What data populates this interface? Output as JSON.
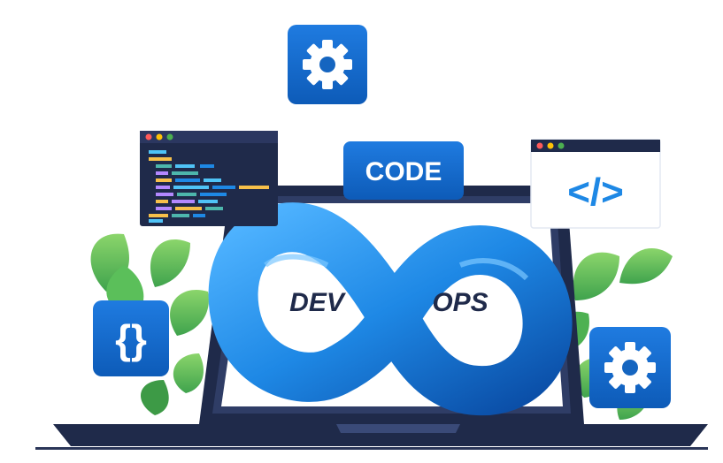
{
  "scene": {
    "center_word_left": "DEV",
    "center_word_right": "OPS",
    "code_label": "CODE",
    "html_tag_glyph": "</>",
    "braces_glyph": "{}"
  },
  "icons": {
    "top_gear": "gear-icon",
    "right_gear": "gear-icon",
    "code_window": "code-editor-window-icon",
    "browser_window": "browser-window-icon",
    "braces": "curly-braces-icon",
    "infinity": "infinity-loop-icon"
  },
  "colors": {
    "primary_blue": "#1565c0",
    "light_blue": "#42a5f5",
    "navy": "#1f2a4a",
    "leaf_green": "#4caf50",
    "leaf_light": "#8bd56b"
  }
}
